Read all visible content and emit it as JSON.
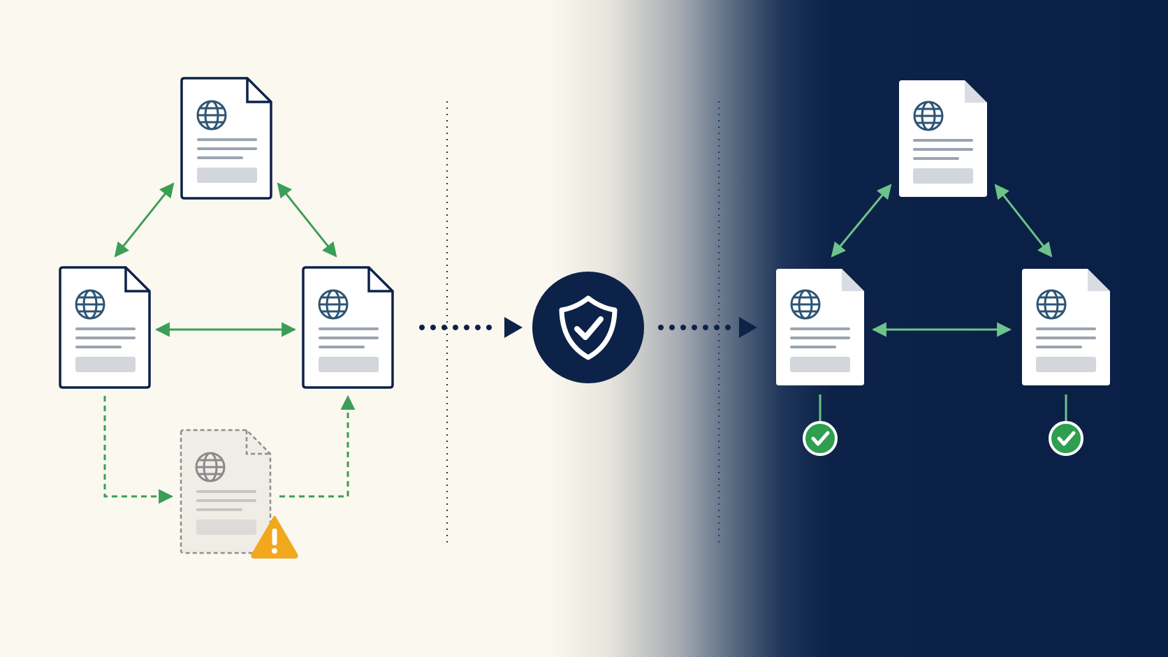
{
  "colors": {
    "background_light": "#fbf8ef",
    "background_dark": "#0a1f45",
    "navy": "#0d2249",
    "sync_arrow": "#3a9e56",
    "sync_arrow_dark_side": "#6cc48a",
    "warning": "#f2a81d",
    "check_green": "#2e9e4f"
  },
  "icons": {
    "document": "document-icon",
    "globe": "globe-icon",
    "shield": "shield-check-icon",
    "warning": "warning-icon",
    "check": "check-circle-icon"
  },
  "before": {
    "documents": [
      "top",
      "left",
      "right"
    ],
    "flagged_document": "bottom",
    "links": [
      "top-left",
      "top-right",
      "left-right"
    ],
    "flagged_links": [
      "left-to-flagged",
      "flagged-to-right"
    ]
  },
  "after": {
    "documents": [
      "top",
      "left",
      "right"
    ],
    "links": [
      "top-left",
      "top-right",
      "left-right"
    ],
    "verified": [
      "left",
      "right"
    ]
  }
}
